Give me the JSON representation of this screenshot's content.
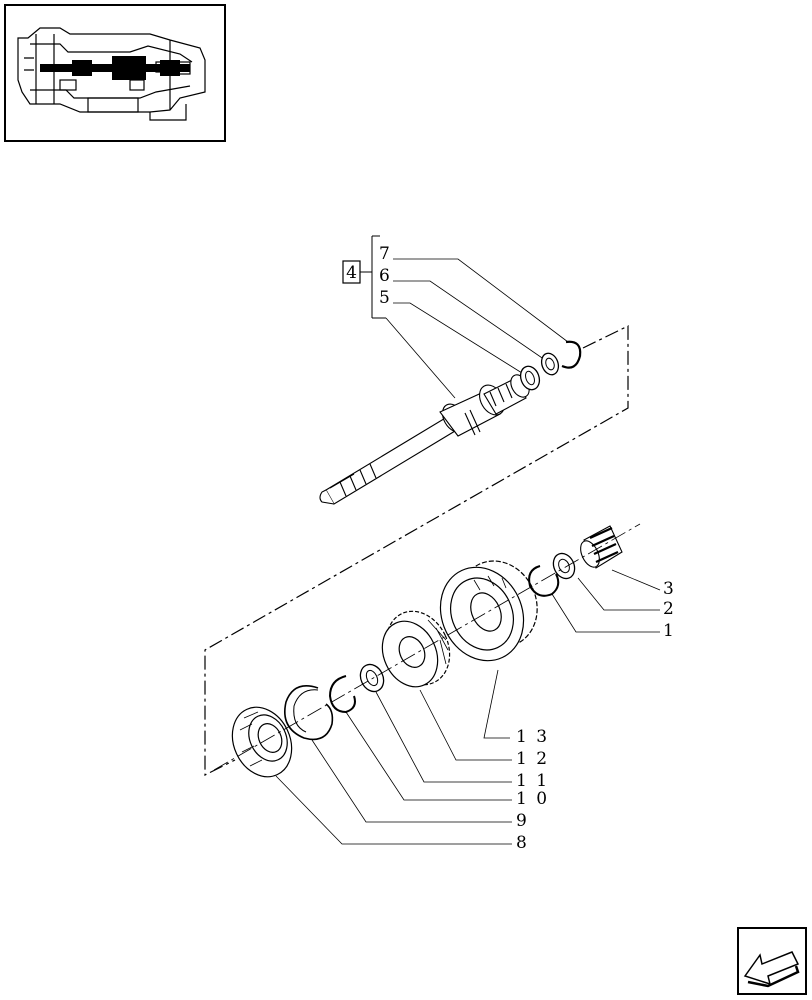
{
  "group_box_label": "4",
  "callouts": {
    "p1": "1",
    "p2": "2",
    "p3": "3",
    "p5": "5",
    "p6": "6",
    "p7": "7",
    "p8": "8",
    "p9": "9",
    "p10": "1 0",
    "p11": "1 1",
    "p12": "1 2",
    "p13": "1 3"
  },
  "icons": {
    "thumbnail": "transmission-section-thumbnail",
    "nav": "previous-page-arrow-icon"
  }
}
